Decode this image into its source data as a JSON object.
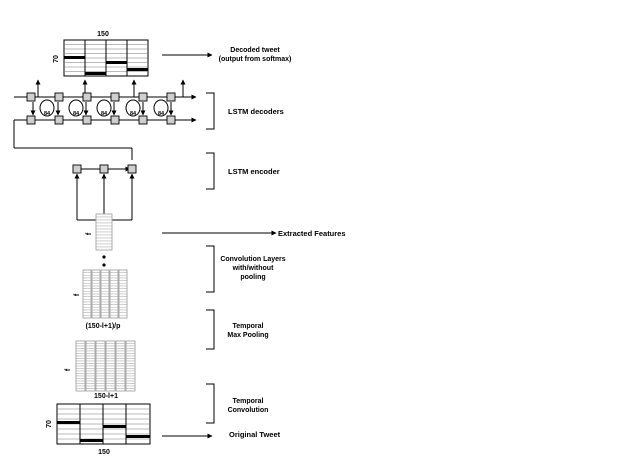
{
  "labels": {
    "decoded_tweet": [
      "Decoded tweet",
      "(output from softmax)"
    ],
    "lstm_decoders": "LSTM decoders",
    "lstm_encoder": "LSTM encoder",
    "extracted_features": "Extracted Features",
    "conv_layers": [
      "Convolution Layers",
      "with/without",
      "pooling"
    ],
    "temporal_max_pooling": [
      "Temporal",
      "Max Pooling"
    ],
    "temporal_convolution": [
      "Temporal",
      "Convolution"
    ],
    "original_tweet": "Original Tweet"
  },
  "dims": {
    "top_width": "150",
    "top_height": "70",
    "bottom_width": "150",
    "bottom_height": "70",
    "pool_width": "(150-l+1)/p",
    "conv_width": "150-l+1",
    "f_features": "f",
    "f_pool": "f",
    "f_conv": "f"
  }
}
